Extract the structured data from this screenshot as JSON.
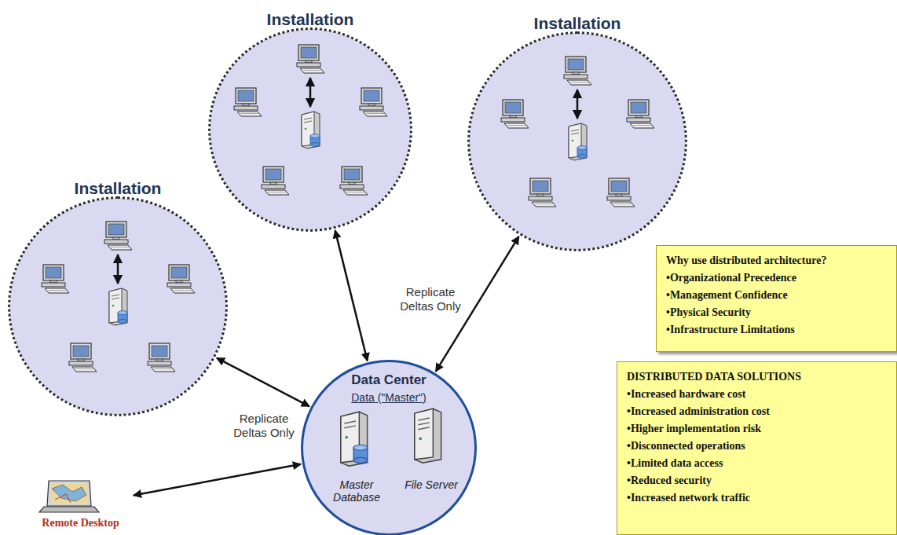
{
  "diagram": {
    "nodes": [
      {
        "text": [
          "Installation"
        ]
      },
      {
        "text": [
          "Installation"
        ]
      },
      {
        "text": [
          "Installation"
        ]
      },
      {
        "text": [
          "Data Center",
          "Data (\"Master\")",
          "Master Database",
          "File Server"
        ]
      },
      {
        "text": [
          "Remote Desktop"
        ]
      },
      {
        "text": [
          "Why use distributed architecture?",
          "•Organizational Precedence",
          "•Management Confidence",
          "•Physical Security",
          "•Infrastructure Limitations"
        ]
      },
      {
        "text": [
          "DISTRIBUTED DATA SOLUTIONS",
          "•Increased hardware cost",
          "•Increased administration cost",
          "•Higher implementation risk",
          "•Disconnected operations",
          "•Limited data access",
          "•Reduced security",
          "•Increased network traffic"
        ]
      }
    ],
    "edges": [
      {
        "from": 0,
        "to": 3,
        "arrow": "both",
        "label": "Replicate Deltas Only"
      },
      {
        "from": 1,
        "to": 3,
        "arrow": "both"
      },
      {
        "from": 2,
        "to": 3,
        "arrow": "both",
        "label": "Replicate Deltas Only"
      },
      {
        "from": 4,
        "to": 3,
        "arrow": "both"
      }
    ]
  }
}
